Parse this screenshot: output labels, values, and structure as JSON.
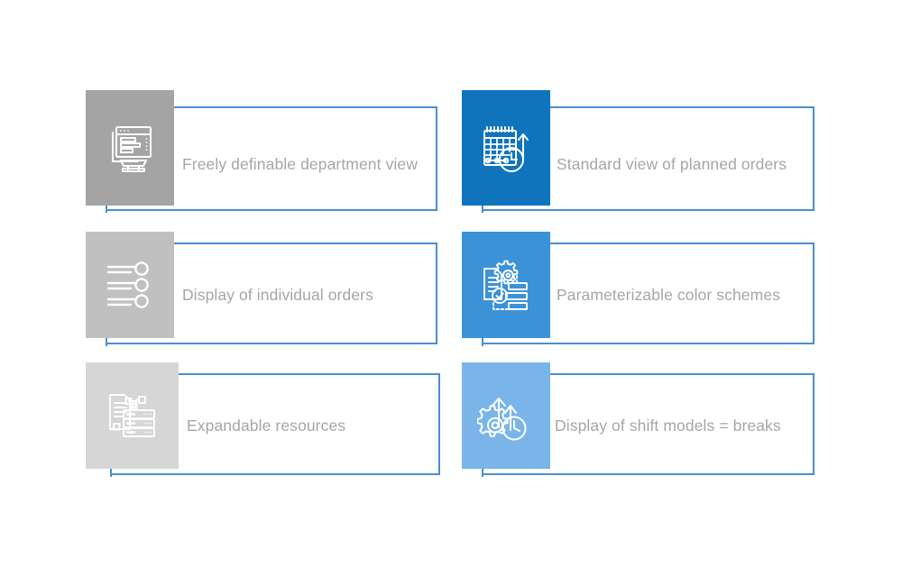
{
  "theme": {
    "background": "#ffffff",
    "connector_line": "#4a8fd0",
    "label_color": "#a6a6a6"
  },
  "cards": [
    {
      "id": "freely-definable-department-view",
      "label": "Freely definable department view",
      "icon": "monitor-window-icon",
      "tile_color": "#a4a4a4",
      "column": "left",
      "row": 1
    },
    {
      "id": "standard-view-of-planned-orders",
      "label": "Standard view of planned orders",
      "icon": "calendar-clock-arrow-icon",
      "tile_color": "#1074bc",
      "column": "right",
      "row": 1
    },
    {
      "id": "display-of-individual-orders",
      "label": "Display of individual orders",
      "icon": "sliders-icon",
      "tile_color": "#c0c0c0",
      "column": "left",
      "row": 2
    },
    {
      "id": "parameterizable-color-schemes",
      "label": "Parameterizable color schemes",
      "icon": "document-gear-flowchart-icon",
      "tile_color": "#3c92d6",
      "column": "right",
      "row": 2
    },
    {
      "id": "expandable-resources",
      "label": "Expandable resources",
      "icon": "document-server-stack-icon",
      "tile_color": "#d6d6d6",
      "column": "left",
      "row": 3
    },
    {
      "id": "display-of-shift-models-breaks",
      "label": "Display of shift models = breaks",
      "icon": "gear-clock-arrows-icon",
      "tile_color": "#79b5e8",
      "column": "right",
      "row": 3
    }
  ]
}
